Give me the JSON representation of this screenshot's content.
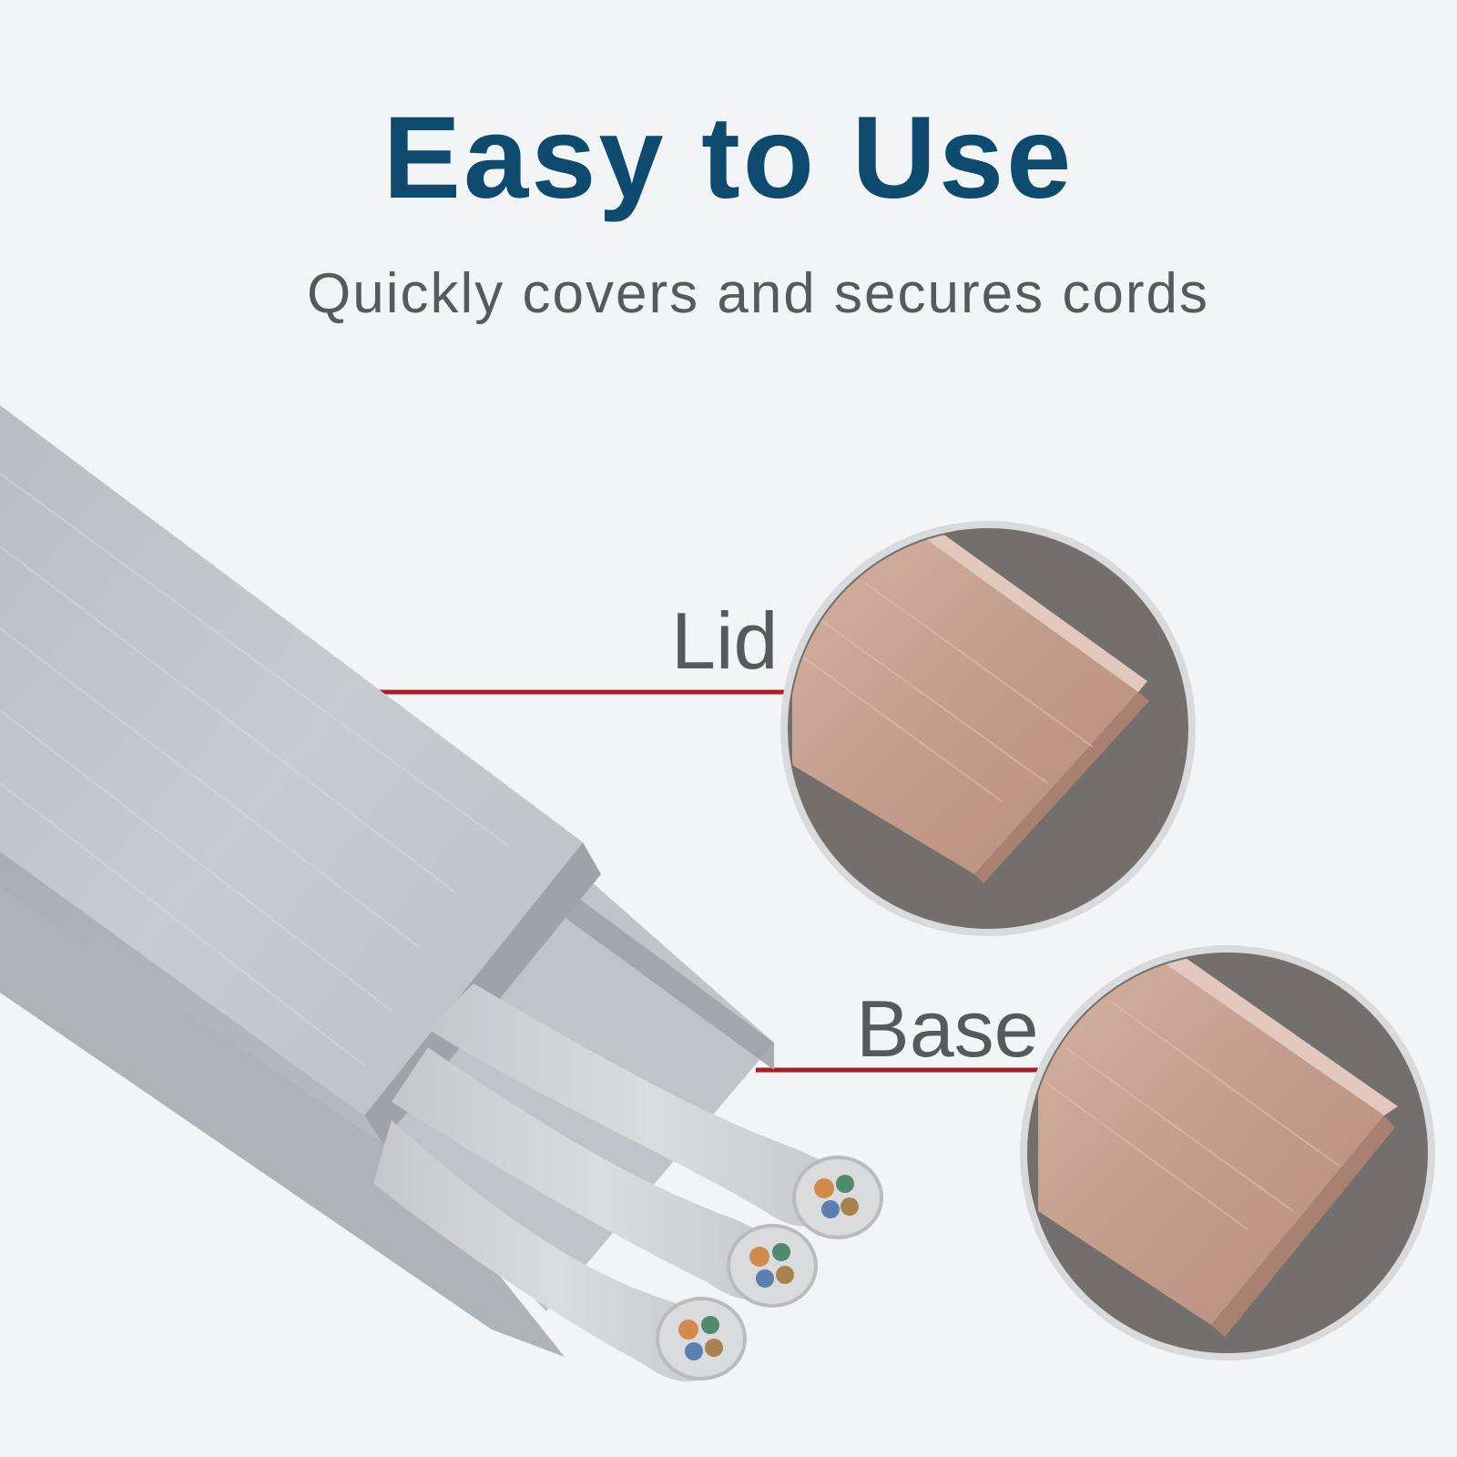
{
  "header": {
    "title": "Easy to Use",
    "subtitle": "Quickly covers and secures cords"
  },
  "callouts": {
    "lid_label": "Lid",
    "base_label": "Base"
  },
  "colors": {
    "background": "#f3f4f6",
    "title": "#0d4a6e",
    "subtitle": "#58595b",
    "label": "#58595b",
    "leader_line": "#a31f24",
    "raceway": "#c3c7cc",
    "cable": "#d2d4d6",
    "circle_bg": "#726f6c",
    "copper": "#c7a292"
  }
}
